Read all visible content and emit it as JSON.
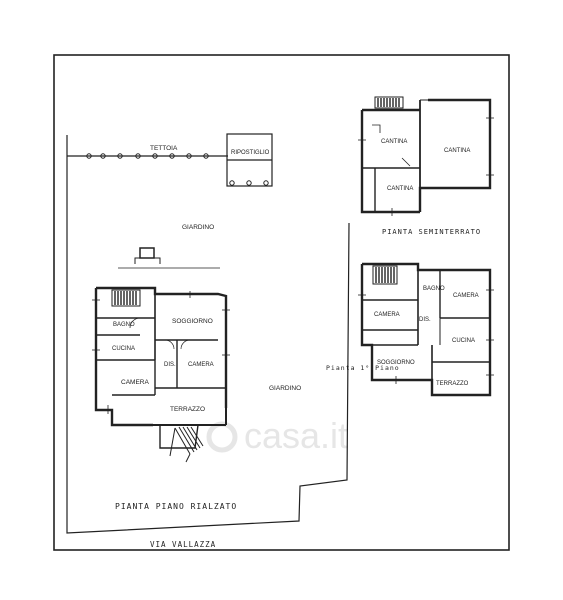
{
  "rooms": {
    "tettoia": "TETTOIA",
    "ripostiglio": "RIPOSTIGLIO",
    "giardino": "GIARDINO",
    "soggiorno": "SOGGIORNO",
    "bagno": "BAGNO",
    "cucina": "CUCINA",
    "camera": "CAMERA",
    "dis": "DIS.",
    "terrazzo": "TERRAZZO",
    "cantina": "CANTINA"
  },
  "plan_titles": {
    "rialzato": "PIANTA PIANO RIALZATO",
    "seminterrato": "PIANTA SEMINTERRATO",
    "primo": "Pianta 1° Piano"
  },
  "street": "VIA VALLAZZA",
  "watermark": "casa.it",
  "colors": {
    "ink": "#222222",
    "watermark": "#e6e6e6",
    "paper": "#ffffff"
  }
}
